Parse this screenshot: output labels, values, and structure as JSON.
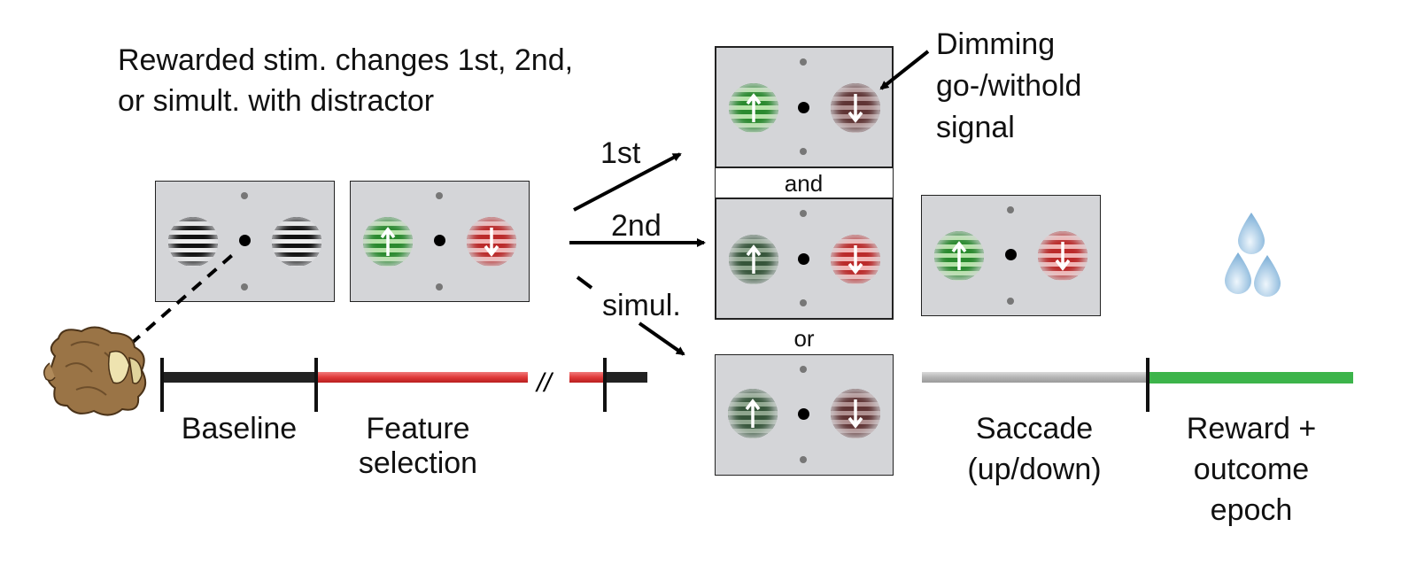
{
  "header": {
    "line1": "Rewarded stim. changes 1st, 2nd,",
    "line2": "or simult. with distractor"
  },
  "dimming_label": {
    "line1": "Dimming",
    "line2": "go-/withold",
    "line3": "signal"
  },
  "order_labels": {
    "first": "1st",
    "second": "2nd",
    "simul": "simul."
  },
  "connectors": {
    "and": "and",
    "or": "or",
    "break_mark": "//"
  },
  "epochs": {
    "baseline": "Baseline",
    "feature_line1": "Feature",
    "feature_line2": "selection",
    "saccade_line1": "Saccade",
    "saccade_line2": "(up/down)",
    "reward_line1": "Reward +",
    "reward_line2": "outcome",
    "reward_line3": "epoch"
  },
  "colors": {
    "baseline_bar": "#222222",
    "feature_bar": "#e03a3a",
    "saccade_bar": "#bdbdbd",
    "reward_bar": "#3cb44a",
    "panel_bg": "#d4d5d8"
  },
  "icons": {
    "subject": "monkey-head-icon",
    "reward": "water-drops-icon",
    "arrow_up": "up-arrow-icon",
    "arrow_down": "down-arrow-icon"
  }
}
